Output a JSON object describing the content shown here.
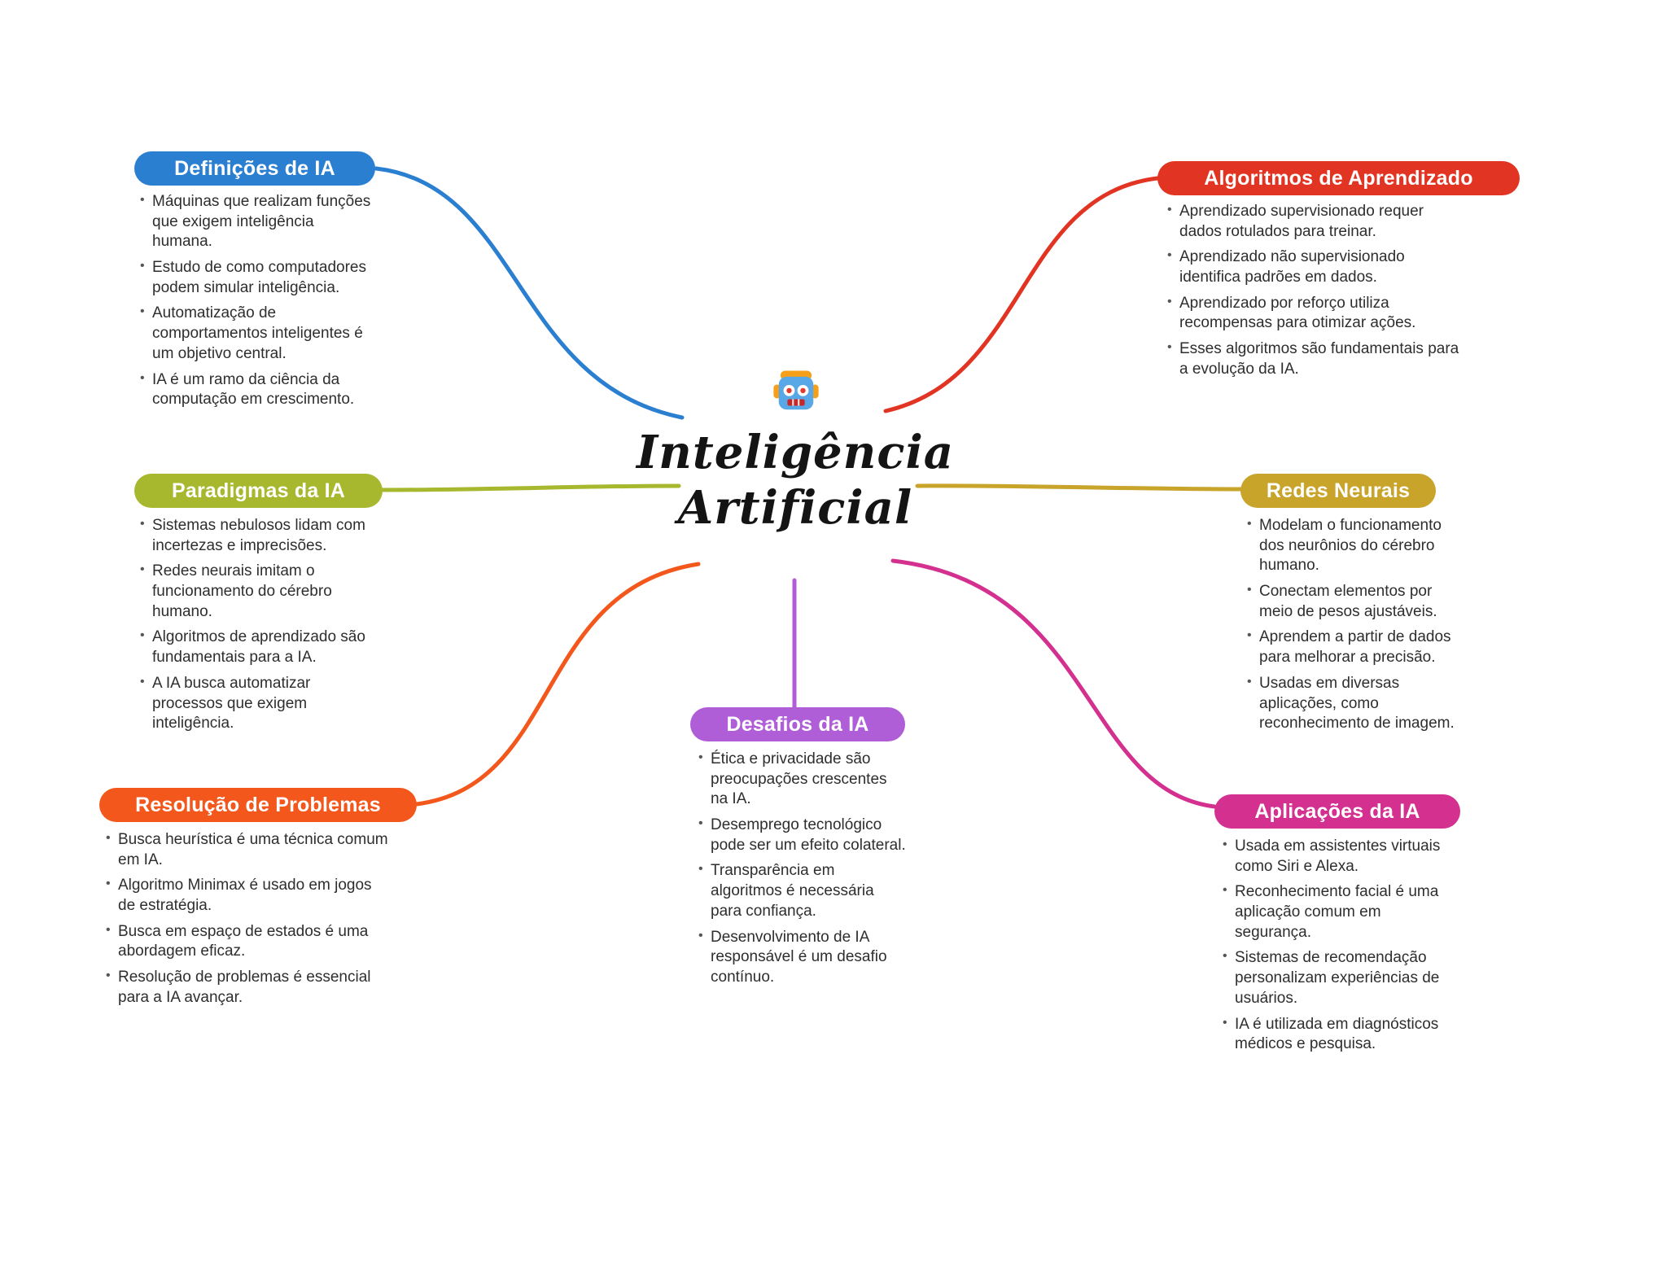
{
  "canvas": {
    "background": "#ffffff"
  },
  "center": {
    "icon": "robot-icon",
    "title_line1": "Inteligência",
    "title_line2": "Artificial"
  },
  "branches": [
    {
      "id": "definicoes",
      "label": "Definições de IA",
      "color": "#2a7fd1",
      "bullets": [
        "Máquinas que realizam funções que exigem inteligência humana.",
        "Estudo de como computadores podem simular inteligência.",
        "Automatização de comportamentos inteligentes é um objetivo central.",
        "IA é um ramo da ciência da computação em crescimento."
      ]
    },
    {
      "id": "paradigmas",
      "label": "Paradigmas da IA",
      "color": "#a8b82e",
      "bullets": [
        "Sistemas nebulosos lidam com incertezas e imprecisões.",
        "Redes neurais imitam o funcionamento do cérebro humano.",
        "Algoritmos de aprendizado são fundamentais para a IA.",
        "A IA busca automatizar processos que exigem inteligência."
      ]
    },
    {
      "id": "resolucao-de-problemas",
      "label": "Resolução de Problemas",
      "color": "#f4571c",
      "bullets": [
        "Busca heurística é uma técnica comum em IA.",
        "Algoritmo Minimax é usado em jogos de estratégia.",
        "Busca em espaço de estados é uma abordagem eficaz.",
        "Resolução de problemas é essencial para a IA avançar."
      ]
    },
    {
      "id": "algoritmos-de-aprendizado",
      "label": "Algoritmos de Aprendizado",
      "color": "#e23422",
      "bullets": [
        "Aprendizado supervisionado requer dados rotulados para treinar.",
        "Aprendizado não supervisionado identifica padrões em dados.",
        "Aprendizado por reforço utiliza recompensas para otimizar ações.",
        "Esses algoritmos são fundamentais para a evolução da IA."
      ]
    },
    {
      "id": "redes-neurais",
      "label": "Redes Neurais",
      "color": "#c9a42b",
      "bullets": [
        "Modelam o funcionamento dos neurônios do cérebro humano.",
        "Conectam elementos por meio de pesos ajustáveis.",
        "Aprendem a partir de dados para melhorar a precisão.",
        "Usadas em diversas aplicações, como reconhecimento de imagem."
      ]
    },
    {
      "id": "aplicacoes-da-ia",
      "label": "Aplicações da IA",
      "color": "#d3308f",
      "bullets": [
        "Usada em assistentes virtuais como Siri e Alexa.",
        "Reconhecimento facial é uma aplicação comum em segurança.",
        "Sistemas de recomendação personalizam experiências de usuários.",
        "IA é utilizada em diagnósticos médicos e pesquisa."
      ]
    },
    {
      "id": "desafios-da-ia",
      "label": "Desafios da IA",
      "color": "#b05ed8",
      "bullets": [
        "Ética e privacidade são preocupações crescentes na IA.",
        "Desemprego tecnológico pode ser um efeito colateral.",
        "Transparência em algoritmos é necessária para confiança.",
        "Desenvolvimento de IA responsável é um desafio contínuo."
      ]
    }
  ]
}
